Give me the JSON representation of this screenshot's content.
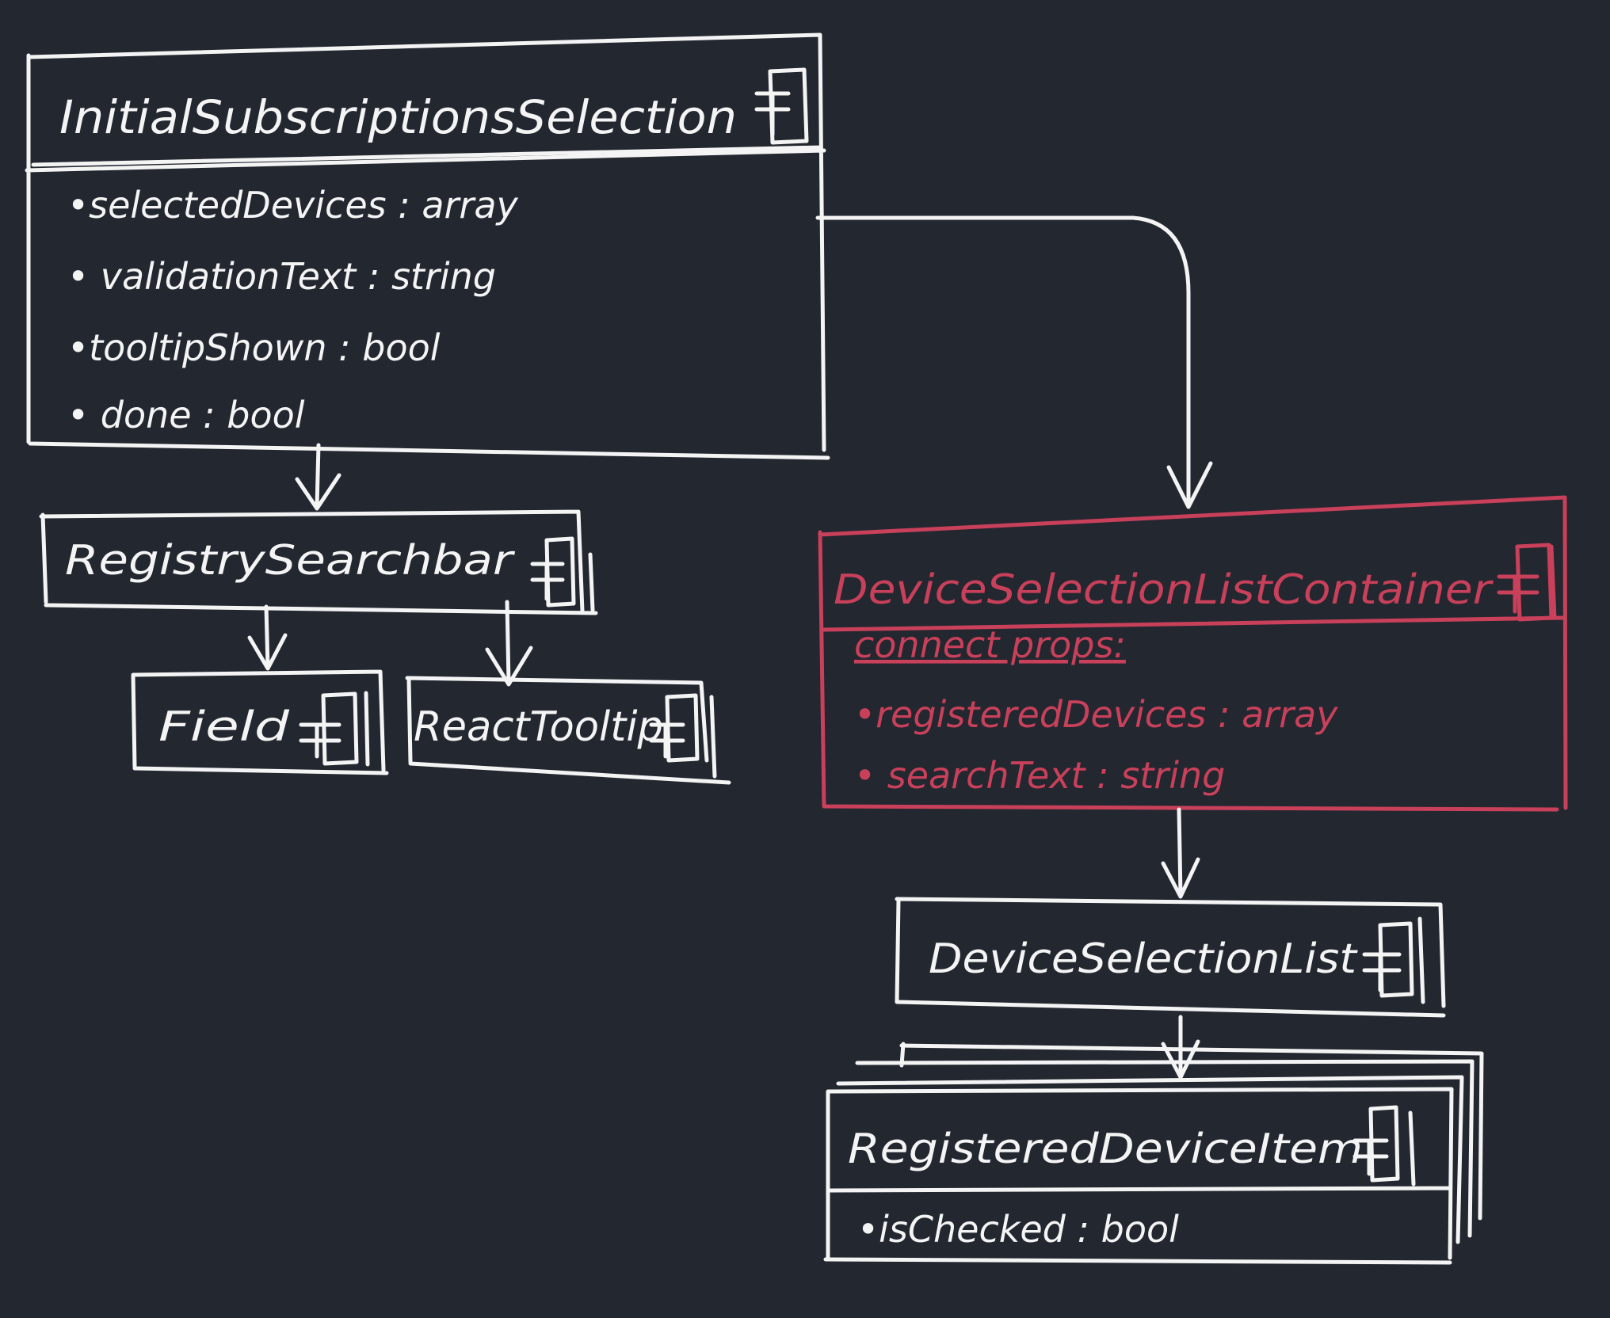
{
  "colors": {
    "background": "#232730",
    "ink": "#f4f4f4",
    "highlight": "#c8405a"
  },
  "nodes": {
    "initial": {
      "title": "InitialSubscriptionsSelection",
      "icon": "component-icon",
      "attrs": [
        "•selectedDevices : array",
        "• validationText : string",
        "•tooltipShown : bool",
        "• done : bool"
      ]
    },
    "searchbar": {
      "title": "RegistrySearchbar",
      "icon": "component-icon"
    },
    "field": {
      "title": "Field",
      "icon": "component-icon"
    },
    "tooltip": {
      "title": "ReactTooltip",
      "icon": "component-icon"
    },
    "container": {
      "title": "DeviceSelectionListContainer",
      "icon": "component-icon",
      "section": "connect props:",
      "attrs": [
        "•registeredDevices : array",
        "• searchText : string"
      ]
    },
    "list": {
      "title": "DeviceSelectionList",
      "icon": "component-icon"
    },
    "item": {
      "title": "RegisteredDeviceItem",
      "icon": "component-icon",
      "attrs": [
        "•isChecked : bool"
      ]
    }
  },
  "edges": [
    {
      "from": "initial",
      "to": "searchbar"
    },
    {
      "from": "initial",
      "to": "container"
    },
    {
      "from": "searchbar",
      "to": "field"
    },
    {
      "from": "searchbar",
      "to": "tooltip"
    },
    {
      "from": "container",
      "to": "list"
    },
    {
      "from": "list",
      "to": "item"
    }
  ]
}
